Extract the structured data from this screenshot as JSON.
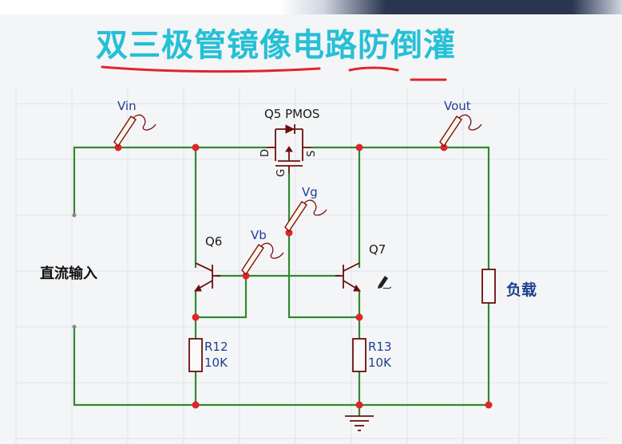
{
  "title": "双三极管镜像电路防倒灌",
  "labels": {
    "vin": "Vin",
    "vout": "Vout",
    "vg": "Vg",
    "vb": "Vb",
    "q5": "Q5 PMOS",
    "q5_d": "D",
    "q5_g": "G",
    "q5_s": "S",
    "q6": "Q6",
    "q7": "Q7",
    "r12_name": "R12",
    "r12_value": "10K",
    "r13_name": "R13",
    "r13_value": "10K",
    "dc_input": "直流输入",
    "load": "负载"
  },
  "colors": {
    "title": "#25c0d6",
    "wire": "#2e8b2e",
    "junction": "#e0242a",
    "component": "#6b0e0e",
    "label": "#1f3f8f",
    "underline": "#e0242a"
  }
}
